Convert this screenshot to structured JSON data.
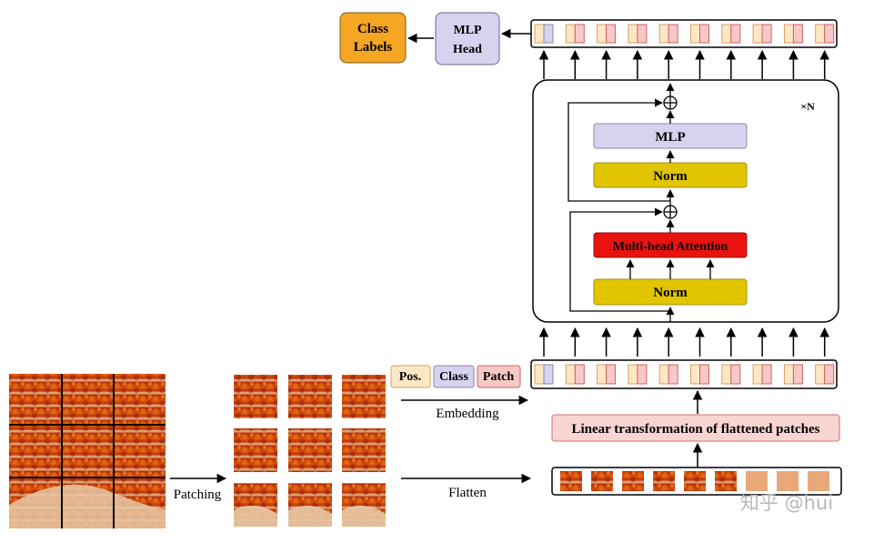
{
  "top": {
    "class_labels_line1": "Class",
    "class_labels_line2": "Labels",
    "mlp_head_line1": "MLP",
    "mlp_head_line2": "Head"
  },
  "encoder": {
    "repeat_label": "×N",
    "mlp_label": "MLP",
    "norm_top_label": "Norm",
    "attention_label": "Multi-head Attention",
    "norm_bottom_label": "Norm"
  },
  "legend": {
    "pos_label": "Pos.",
    "class_label": "Class",
    "patch_label": "Patch"
  },
  "flow": {
    "embedding_label": "Embedding",
    "linear_label": "Linear transformation of flattened patches",
    "flatten_label": "Flatten",
    "patching_label": "Patching"
  },
  "watermark": "知乎 @hui",
  "colors": {
    "class_labels_fill": "#f5a623",
    "mlp_fill": "#d6d3ef",
    "norm_fill": "#e0c500",
    "attention_fill": "#e8130f",
    "linear_fill": "#f8d4d2",
    "pos_fill": "#fde7c6",
    "patch_fill": "#f7c8c8",
    "class_fill": "#d6d3ef"
  },
  "token_count": 10,
  "patch_count": 9
}
